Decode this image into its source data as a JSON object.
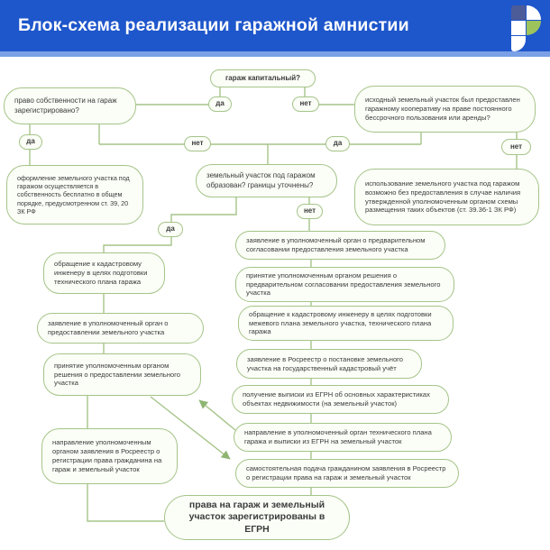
{
  "header": {
    "title": "Блок-схема реализации гаражной амнистии",
    "logo": "rosreestr-logo"
  },
  "labels": {
    "yes": "да",
    "no": "нет"
  },
  "colors": {
    "header_bg": "#1e56cb",
    "header_strip": "#7aa0e6",
    "box_border": "#a5c489",
    "box_fill": "#fbfdf7",
    "text": "#3c3c3c",
    "logo_navy": "#4c5c99",
    "logo_green": "#9dc35d"
  },
  "nodes": {
    "garage_capital": "гараж капитальный?",
    "ownership_registered": "право собственности на гараж зарегистрировано?",
    "initial_parcel": "исходный земельный участок был предоставлен гаражному кооперативу на праве постоянного бессрочного пользования или аренды?",
    "free_registration": "оформление земельного участка под гаражом осуществляется в собственность бесплатно в общем порядке, предусмотренном ст. 39, 20 ЗК РФ",
    "parcel_formed": "земельный участок под гаражом образован? границы уточнены?",
    "use_without_grant": "использование земельного участка под гаражом возможно без предоставления в случае наличия утвержденной уполномоченным органом схемы размещения таких объектов (ст. 39.36-1 ЗК РФ)",
    "left_cadastral_engineer": "обращение к кадастровому инженеру в целях подготовки технического плана гаража",
    "left_application_grant": "заявление в уполномоченный орган о предоставлении земельного участка",
    "left_decision_grant": "принятие уполномоченным органом решения о предоставлении земельного участка",
    "left_authority_submit": "направление уполномоченным органом заявления в Росреестр о регистрации права гражданина на гараж и земельный участок",
    "mid_preliminary_application": "заявление в уполномоченный орган о предварительном согласовании предоставления земельного участка",
    "mid_preliminary_decision": "принятие уполномоченным органом решения о предварительном согласовании предоставления земельного участка",
    "mid_cadastral_engineer": "обращение к кадастровому инженеру в целях подготовки межевого плана земельного участка, технического плана гаража",
    "mid_cadastre_application": "заявление в Росреестр о постановке земельного участка на государственный кадастровый учёт",
    "mid_egrn_extract": "получение выписки из ЕГРН об основных характеристиках объектах недвижимости (на земельный участок)",
    "mid_send_techplan": "направление в уполномоченный орган технического плана гаража и выписки из ЕГРН на земельный участок",
    "mid_self_submission": "самостоятельная подача гражданином заявления в Росреестр о регистрации права на гараж и земельный участок",
    "final_registered": "права на гараж и земельный участок зарегистрированы в ЕГРН"
  }
}
